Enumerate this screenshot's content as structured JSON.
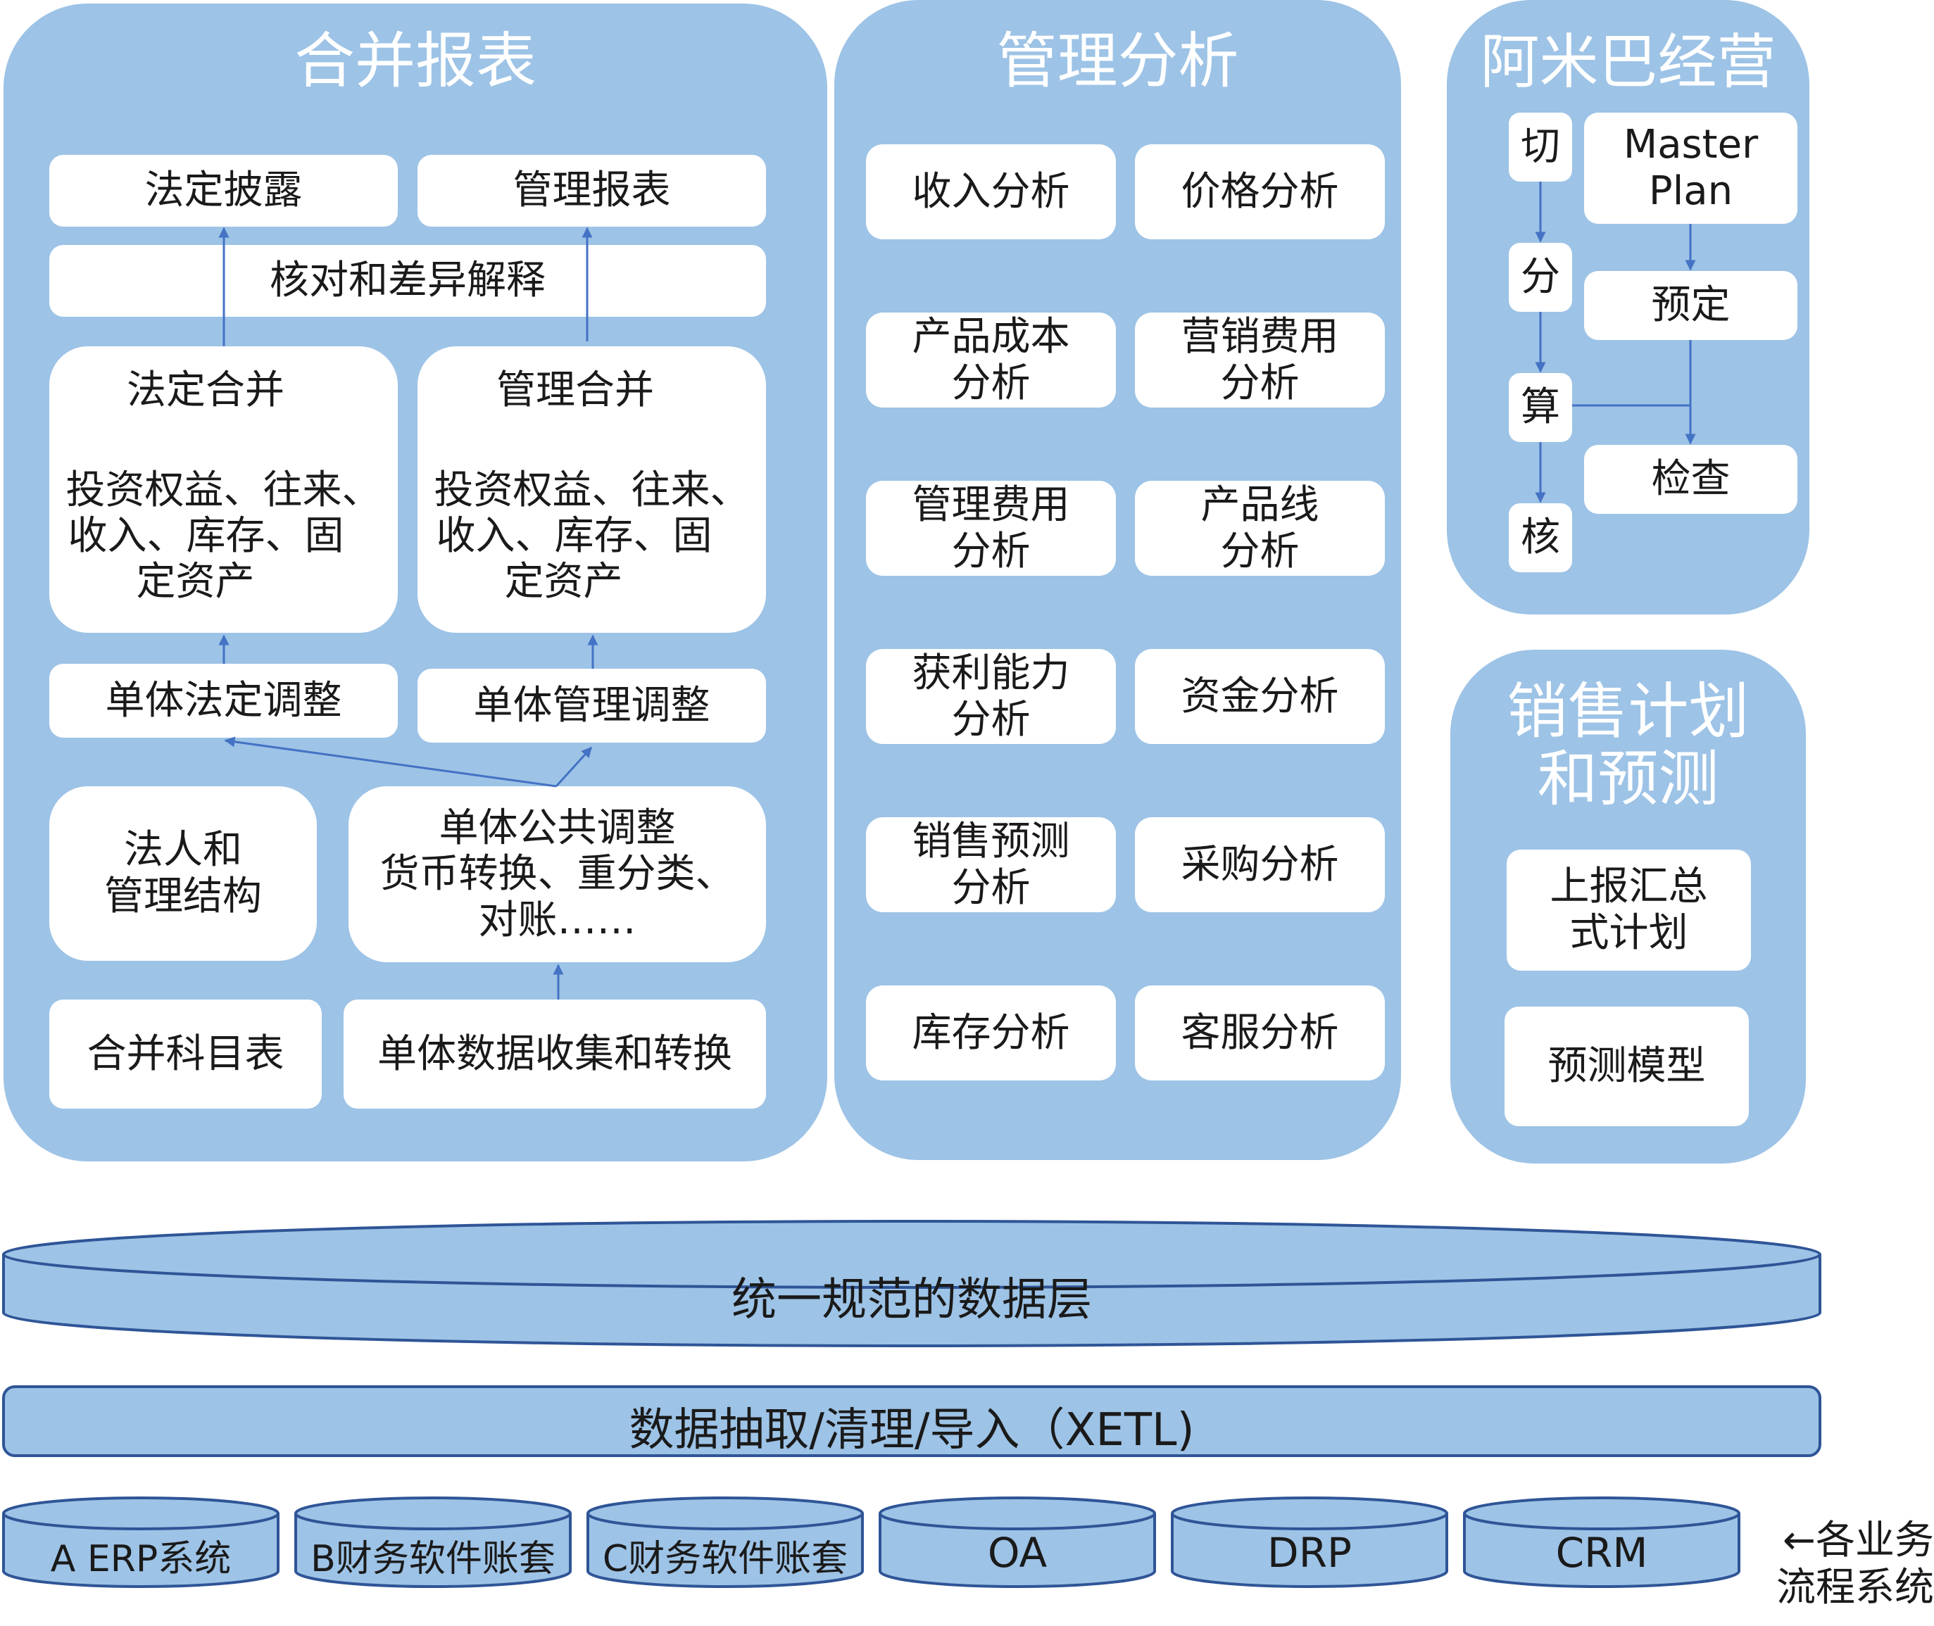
{
  "consolidation": {
    "title": "合并报表",
    "statutory_disclosure": "法定披露",
    "management_report": "管理报表",
    "reconciliation": "核对和差异解释",
    "statutory_consolidation": {
      "title": "法定合并",
      "lines": [
        "投资权益、往来、",
        "收入、库存、固",
        "定资产"
      ]
    },
    "management_consolidation": {
      "title": "管理合并",
      "lines": [
        "投资权益、往来、",
        "收入、库存、固",
        "定资产"
      ]
    },
    "entity_statutory_adjustment": "单体法定调整",
    "entity_management_adjustment": "单体管理调整",
    "legal_structure": [
      "法人和",
      "管理结构"
    ],
    "entity_common_adjustment": [
      "单体公共调整",
      "货币转换、重分类、",
      "对账……"
    ],
    "chart_of_accounts": "合并科目表",
    "entity_data_collection": "单体数据收集和转换"
  },
  "management_analysis": {
    "title": "管理分析",
    "items": [
      [
        "收入分析"
      ],
      [
        "价格分析"
      ],
      [
        "产品成本",
        "分析"
      ],
      [
        "营销费用",
        "分析"
      ],
      [
        "管理费用",
        "分析"
      ],
      [
        "产品线",
        "分析"
      ],
      [
        "获利能力",
        "分析"
      ],
      [
        "资金分析"
      ],
      [
        "销售预测",
        "分析"
      ],
      [
        "采购分析"
      ],
      [
        "库存分析"
      ],
      [
        "客服分析"
      ]
    ]
  },
  "amoeba": {
    "title": "阿米巴经营",
    "steps": [
      "切",
      "分",
      "算",
      "核"
    ],
    "master_plan": [
      "Master",
      "Plan"
    ],
    "budget": "预定",
    "check": "检查"
  },
  "sales_plan": {
    "title": [
      "销售计划",
      "和预测"
    ],
    "reporting_plan": [
      "上报汇总",
      "式计划"
    ],
    "forecast_model": "预测模型"
  },
  "data_layer": "统一规范的数据层",
  "etl_layer": "数据抽取/清理/导入（XETL)",
  "sources": [
    "A ERP系统",
    "B财务软件账套",
    "C财务软件账套",
    "OA",
    "DRP",
    "CRM"
  ],
  "sources_note": [
    "←各业务",
    "流程系统"
  ],
  "colors": {
    "panel": "#9dc3e6",
    "layer_fill": "#9dc3e6",
    "stroke": "#2f5597",
    "arrow": "#4472c4",
    "title_text": "#ffffff"
  }
}
